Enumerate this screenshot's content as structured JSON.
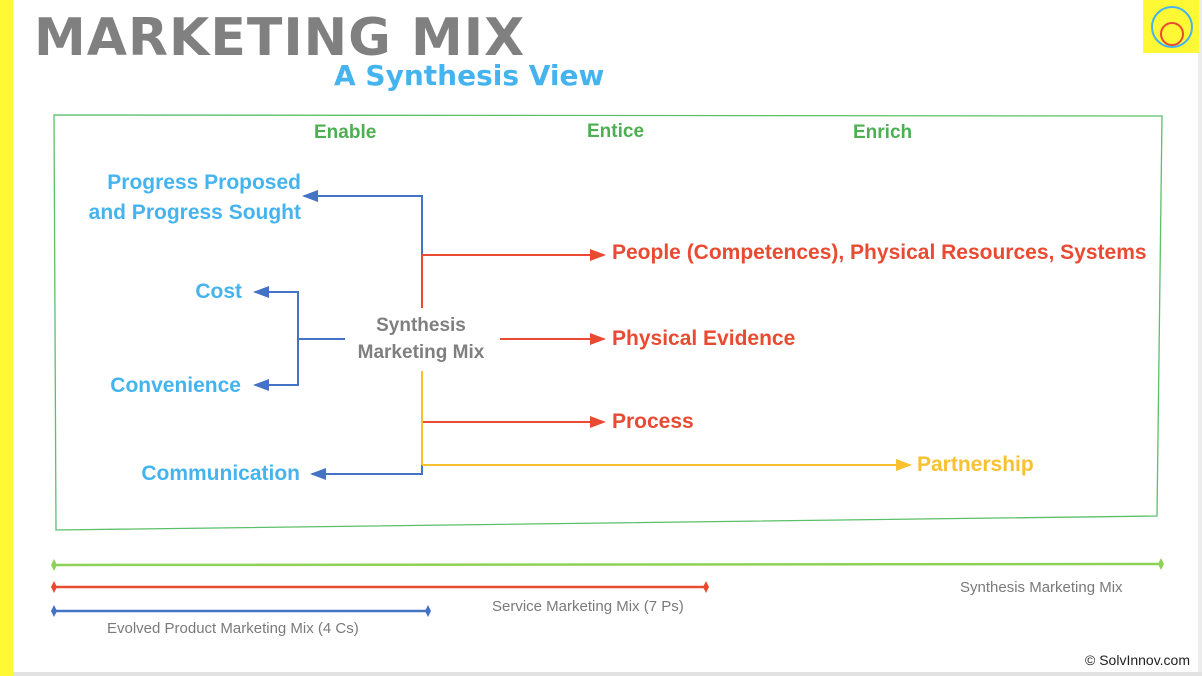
{
  "header": {
    "title": "MARKETING MIX",
    "subtitle": "A Synthesis View"
  },
  "logo": {
    "icon": "concentric-circles-logo",
    "background": "#FFF835",
    "outer_circle": "#45b4ee",
    "inner_circle": "#e84a32"
  },
  "columns": [
    "Enable",
    "Entice",
    "Enrich"
  ],
  "center_node": {
    "line1": "Synthesis",
    "line2": "Marketing Mix"
  },
  "left_items": [
    {
      "line1": "Progress Proposed",
      "line2": "and Progress Sought"
    },
    {
      "label": "Cost"
    },
    {
      "label": "Convenience"
    },
    {
      "label": "Communication"
    }
  ],
  "right_items": [
    {
      "label": "People (Competences), Physical Resources, Systems"
    },
    {
      "label": "Physical Evidence"
    },
    {
      "label": "Process"
    },
    {
      "label": "Partnership"
    }
  ],
  "legend": [
    {
      "label": "Synthesis Marketing Mix",
      "color": "#8dd255"
    },
    {
      "label": "Service Marketing Mix (7 Ps)",
      "color": "#e84a32"
    },
    {
      "label": "Evolved Product Marketing Mix (4 Cs)",
      "color": "#4472c4"
    }
  ],
  "colors": {
    "blue_line": "#4472c4",
    "red": "#e84a32",
    "yellow": "#f9c030",
    "green": "#4caf50",
    "light_blue_text": "#45b4ee",
    "gray_text": "#808080"
  },
  "footer": {
    "copyright": "© SolvInnov.com"
  }
}
